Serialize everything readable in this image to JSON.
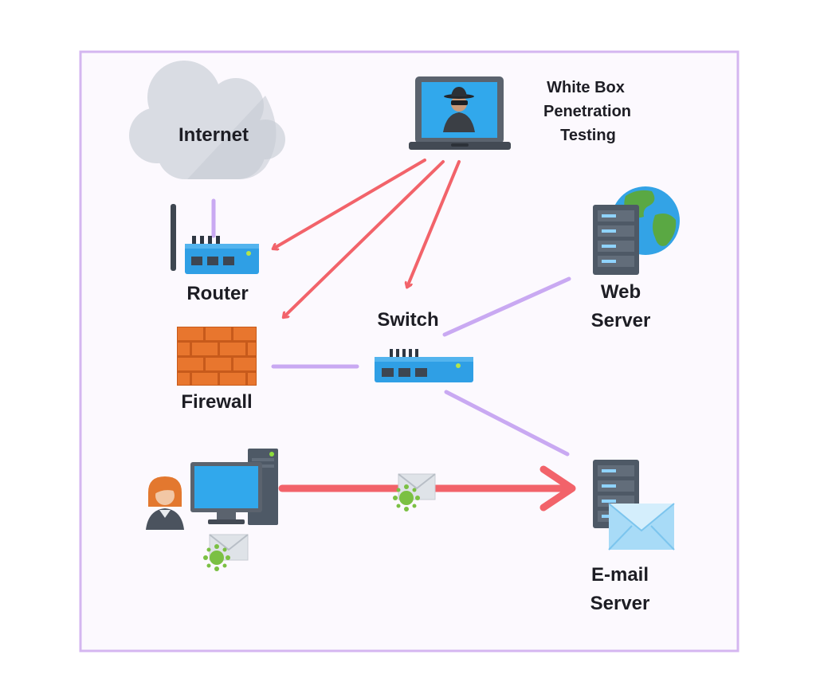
{
  "title": {
    "line1": "White Box",
    "line2": "Penetration",
    "line3": "Testing"
  },
  "nodes": {
    "internet": "Internet",
    "router": "Router",
    "firewall": "Firewall",
    "switch": "Switch",
    "web_server": {
      "line1": "Web",
      "line2": "Server"
    },
    "email_server": {
      "line1": "E-mail",
      "line2": "Server"
    }
  },
  "colors": {
    "frame": "#d4b6f0",
    "background": "#fcf9fe",
    "attack_arrow": "#f2636a",
    "connection": "#c9a9f2",
    "device_blue": "#2f9fe5",
    "firewall_orange": "#e8762e",
    "server_gray": "#4e5966",
    "virus_green": "#7bc043"
  },
  "icons": [
    "cloud-icon",
    "laptop-hacker-icon",
    "router-icon",
    "firewall-icon",
    "switch-icon",
    "web-server-icon",
    "globe-icon",
    "user-avatar-icon",
    "desktop-computer-icon",
    "infected-email-icon",
    "email-server-icon",
    "envelope-icon"
  ]
}
